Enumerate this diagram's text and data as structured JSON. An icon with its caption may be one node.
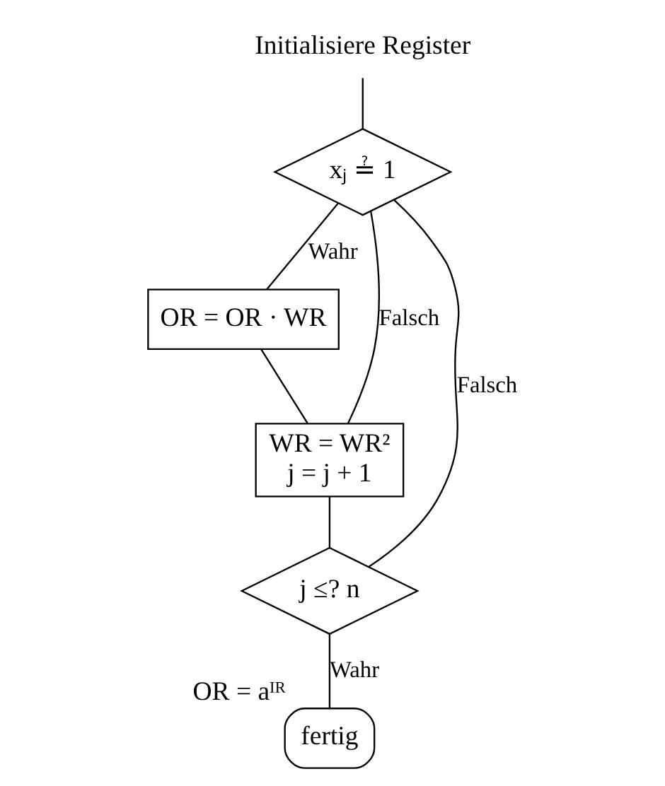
{
  "diagram": {
    "nodes": [
      {
        "text": [
          "Initialisiere Register"
        ]
      },
      {
        "text": [
          "xⱼ ≟ 1"
        ]
      },
      {
        "text": [
          "OR = OR · WR"
        ]
      },
      {
        "text": [
          "WR = WR²",
          "j = j + 1"
        ]
      },
      {
        "text": [
          "j ≤? n"
        ]
      },
      {
        "text": [
          "fertig"
        ],
        "beside": [
          "OR = aᴵᴿ"
        ]
      }
    ],
    "edges": [
      {
        "from": 0,
        "to": 1,
        "arrow": "none"
      },
      {
        "from": 1,
        "to": 2,
        "arrow": "none",
        "label": "Wahr"
      },
      {
        "from": 1,
        "to": 3,
        "arrow": "none",
        "label": "Falsch"
      },
      {
        "from": 2,
        "to": 3,
        "arrow": "none"
      },
      {
        "from": 3,
        "to": 4,
        "arrow": "none"
      },
      {
        "from": 4,
        "to": 1,
        "arrow": "none",
        "label": "Falsch"
      },
      {
        "from": 4,
        "to": 5,
        "arrow": "none",
        "label": "Wahr"
      }
    ]
  }
}
